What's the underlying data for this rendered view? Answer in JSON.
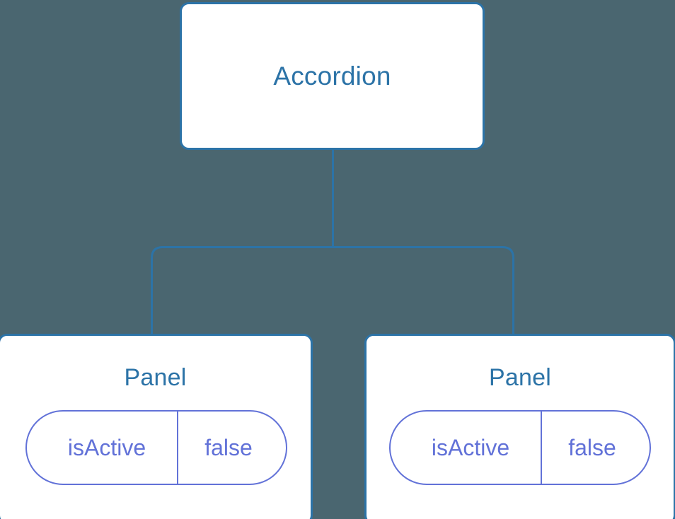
{
  "diagram": {
    "background_color": "#4a6670",
    "node_border_color": "#2c73a7",
    "node_fill_color": "#ffffff",
    "node_title_color": "#2c73a7",
    "prop_color": "#6272d8",
    "edge_color": "#2c73a7",
    "root": {
      "title": "Accordion"
    },
    "children": [
      {
        "title": "Panel",
        "prop": {
          "key": "isActive",
          "value": "false"
        }
      },
      {
        "title": "Panel",
        "prop": {
          "key": "isActive",
          "value": "false"
        }
      }
    ]
  }
}
